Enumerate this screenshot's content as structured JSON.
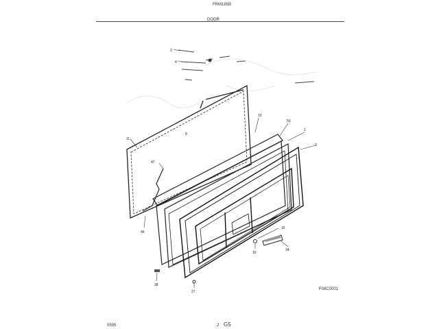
{
  "header": {
    "model": "FRM185B",
    "section": "DOOR"
  },
  "footer": {
    "date": "0595",
    "page": "2",
    "page_code": "G5",
    "drawing_code": "F08C0001"
  },
  "parts": [
    {
      "id": "p2",
      "label": "2"
    },
    {
      "id": "p4",
      "label": "4"
    },
    {
      "id": "p8",
      "label": "8"
    },
    {
      "id": "p10",
      "label": "10"
    },
    {
      "id": "p11",
      "label": "11"
    },
    {
      "id": "p50",
      "label": "50"
    },
    {
      "id": "p1",
      "label": "1"
    },
    {
      "id": "p9",
      "label": "9"
    },
    {
      "id": "p47",
      "label": "47"
    },
    {
      "id": "p46",
      "label": "46"
    },
    {
      "id": "p15",
      "label": "15"
    },
    {
      "id": "p34",
      "label": "34"
    },
    {
      "id": "p16",
      "label": "16"
    },
    {
      "id": "p38",
      "label": "38"
    },
    {
      "id": "p27",
      "label": "27"
    }
  ]
}
